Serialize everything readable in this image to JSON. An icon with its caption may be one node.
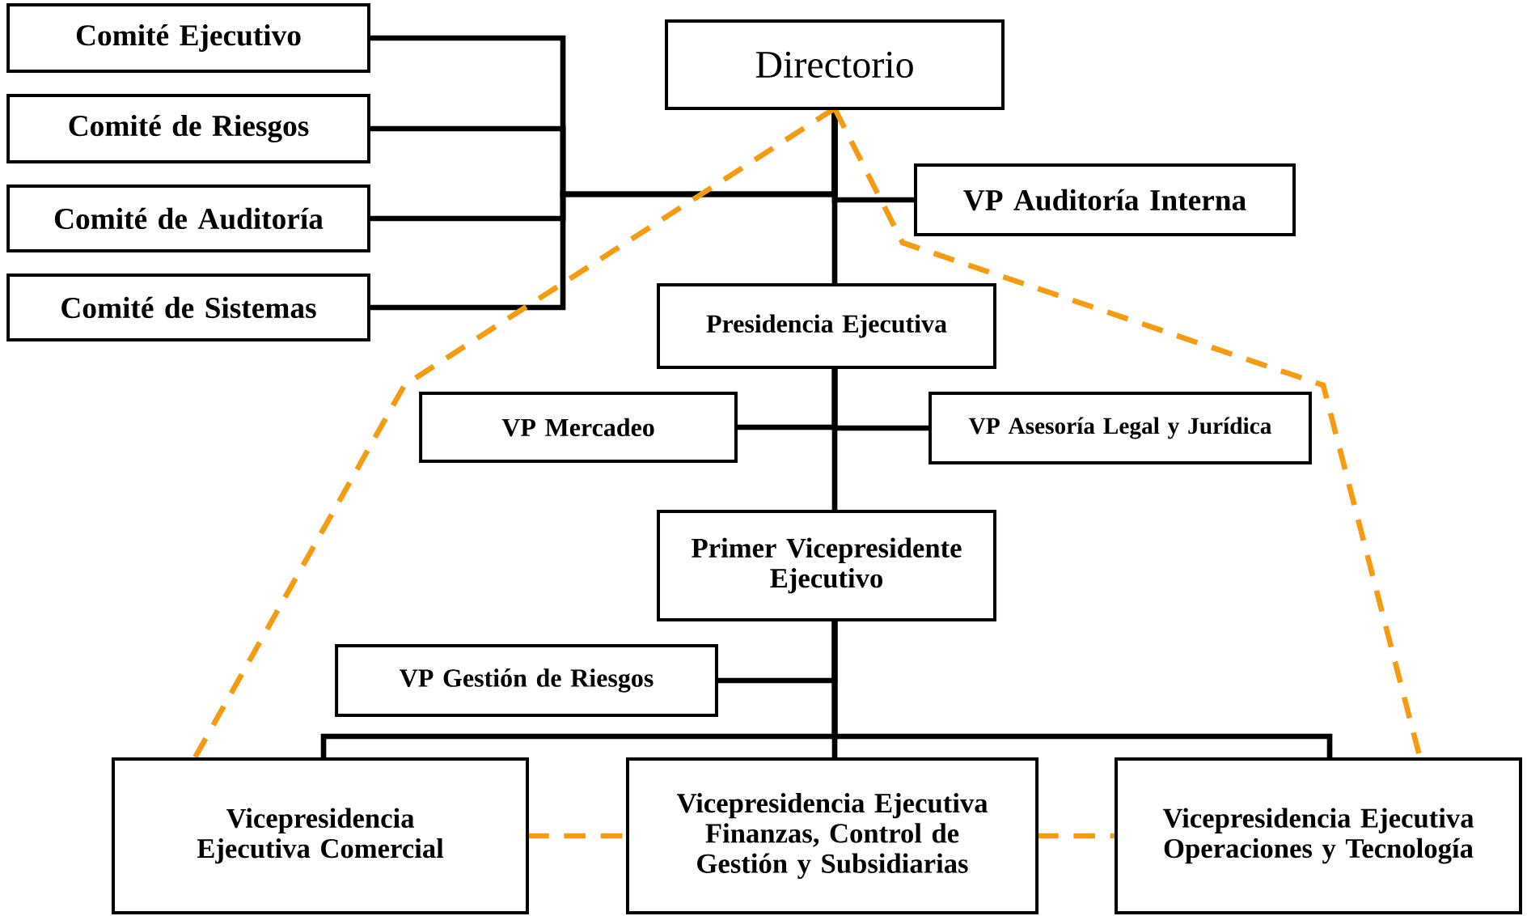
{
  "diagram": {
    "nodes": [
      {
        "text": [
          "Comité Ejecutivo"
        ]
      },
      {
        "text": [
          "Comité de Riesgos"
        ]
      },
      {
        "text": [
          "Comité de Auditoría"
        ]
      },
      {
        "text": [
          "Comité de Sistemas"
        ]
      },
      {
        "text": [
          "Directorio"
        ]
      },
      {
        "text": [
          "VP Auditoría Interna"
        ]
      },
      {
        "text": [
          "Presidencia Ejecutiva"
        ]
      },
      {
        "text": [
          "VP Mercadeo"
        ]
      },
      {
        "text": [
          "VP Asesoría Legal y Jurídica"
        ]
      },
      {
        "text": [
          "Primer Vicepresidente Ejecutivo"
        ]
      },
      {
        "text": [
          "VP Gestión de Riesgos"
        ]
      },
      {
        "text": [
          "Vicepresidencia Ejecutiva Comercial"
        ]
      },
      {
        "text": [
          "Vicepresidencia Ejecutiva Finanzas, Control de Gestión y Subsidiarias"
        ]
      },
      {
        "text": [
          "Vicepresidencia Ejecutiva Operaciones y Tecnología"
        ]
      }
    ],
    "edges": [
      {
        "from": 0,
        "to": 4,
        "arrow": "none"
      },
      {
        "from": 1,
        "to": 4,
        "arrow": "none"
      },
      {
        "from": 2,
        "to": 4,
        "arrow": "none"
      },
      {
        "from": 3,
        "to": 4,
        "arrow": "none"
      },
      {
        "from": 4,
        "to": 5,
        "arrow": "none"
      },
      {
        "from": 4,
        "to": 6,
        "arrow": "none"
      },
      {
        "from": 6,
        "to": 7,
        "arrow": "none"
      },
      {
        "from": 6,
        "to": 8,
        "arrow": "none"
      },
      {
        "from": 6,
        "to": 9,
        "arrow": "none"
      },
      {
        "from": 9,
        "to": 10,
        "arrow": "none"
      },
      {
        "from": 9,
        "to": 11,
        "arrow": "none"
      },
      {
        "from": 9,
        "to": 12,
        "arrow": "none"
      },
      {
        "from": 9,
        "to": 13,
        "arrow": "none"
      },
      {
        "from": 4,
        "to": 11,
        "arrow": "none",
        "style": "dashed",
        "color": "#f39c12"
      },
      {
        "from": 4,
        "to": 13,
        "arrow": "none",
        "style": "dashed",
        "color": "#f39c12"
      },
      {
        "from": 11,
        "to": 12,
        "arrow": "none",
        "style": "dashed",
        "color": "#f39c12"
      },
      {
        "from": 12,
        "to": 13,
        "arrow": "none",
        "style": "dashed",
        "color": "#f39c12"
      }
    ]
  }
}
